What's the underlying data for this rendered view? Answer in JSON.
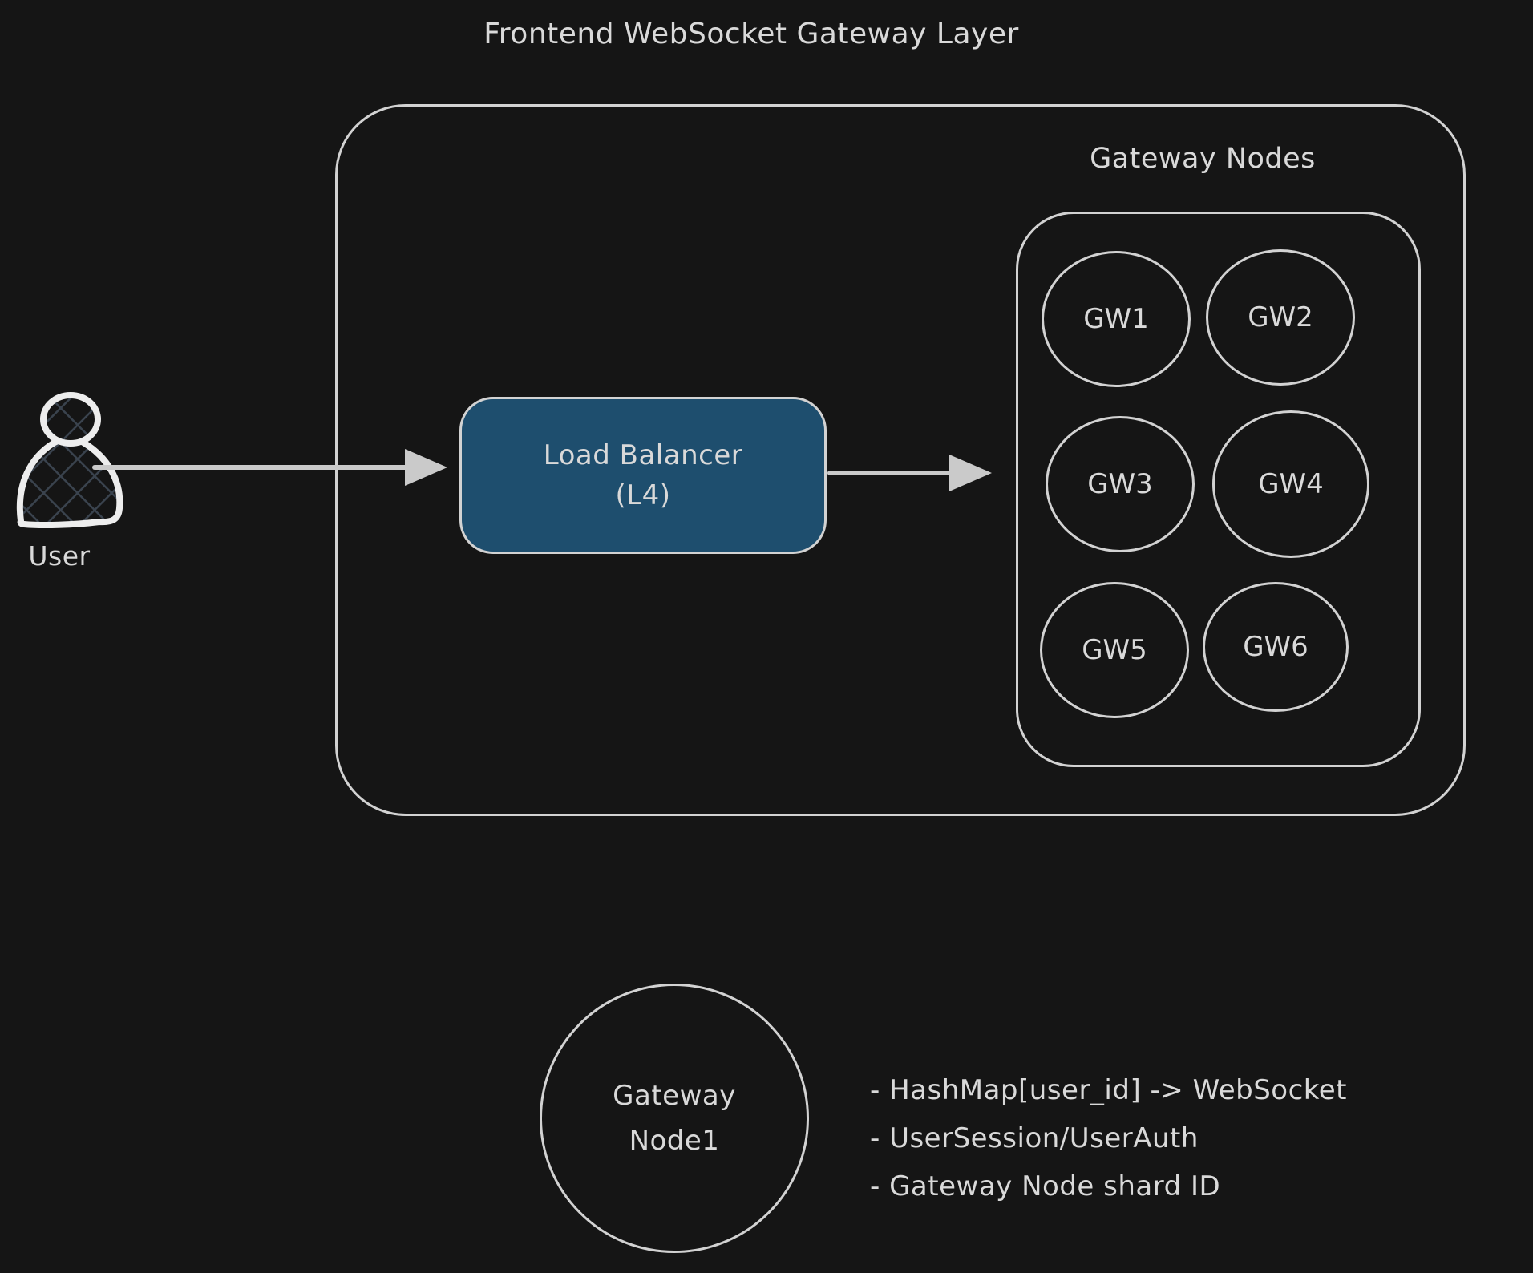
{
  "diagram": {
    "title": "Frontend WebSocket Gateway Layer",
    "colors": {
      "background": "#151515",
      "stroke": "#d2d2d2",
      "arrow": "#cacaca",
      "load_balancer_fill": "#1e4e6e",
      "text": "#d9d9d9",
      "hatch_fill_lines": "#3a434e"
    }
  },
  "user": {
    "label": "User",
    "icon": "person-icon"
  },
  "load_balancer": {
    "line1": "Load Balancer",
    "line2": "(L4)"
  },
  "gateway_layer": {
    "nodes_label": "Gateway Nodes",
    "nodes": [
      {
        "label": "GW1"
      },
      {
        "label": "GW2"
      },
      {
        "label": "GW3"
      },
      {
        "label": "GW4"
      },
      {
        "label": "GW5"
      },
      {
        "label": "GW6"
      }
    ]
  },
  "gateway_node_detail": {
    "line1": "Gateway",
    "line2": "Node1",
    "notes": [
      "- HashMap[user_id] -> WebSocket",
      "- UserSession/UserAuth",
      "- Gateway Node shard ID"
    ]
  }
}
